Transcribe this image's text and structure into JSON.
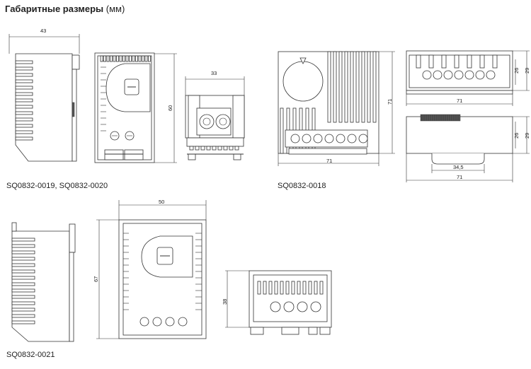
{
  "header": {
    "title_bold": "Габаритные размеры",
    "title_unit": "(мм)"
  },
  "captions": {
    "top_left": "SQ0832-0019, SQ0832-0020",
    "top_right": "SQ0832-0018",
    "bottom": "SQ0832-0021"
  },
  "dimensions": {
    "d43": "43",
    "d60": "60",
    "d33": "33",
    "d71_v": "71",
    "d71_h1": "71",
    "d26_a": "26",
    "d29_a": "29",
    "d71_h2": "71",
    "d26_b": "26",
    "d29_b": "29",
    "d34_5": "34,5",
    "d71_h3": "71",
    "d50": "50",
    "d67": "67",
    "d38": "38"
  }
}
